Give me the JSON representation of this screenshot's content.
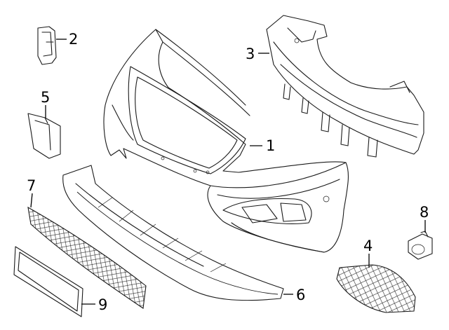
{
  "diagram": {
    "callouts": [
      {
        "id": "part-1",
        "label": "1"
      },
      {
        "id": "part-2",
        "label": "2"
      },
      {
        "id": "part-3",
        "label": "3"
      },
      {
        "id": "part-4",
        "label": "4"
      },
      {
        "id": "part-5",
        "label": "5"
      },
      {
        "id": "part-6",
        "label": "6"
      },
      {
        "id": "part-7",
        "label": "7"
      },
      {
        "id": "part-8",
        "label": "8"
      },
      {
        "id": "part-9",
        "label": "9"
      }
    ],
    "colors": {
      "stroke": "#1a1a1a",
      "background": "#ffffff"
    }
  }
}
